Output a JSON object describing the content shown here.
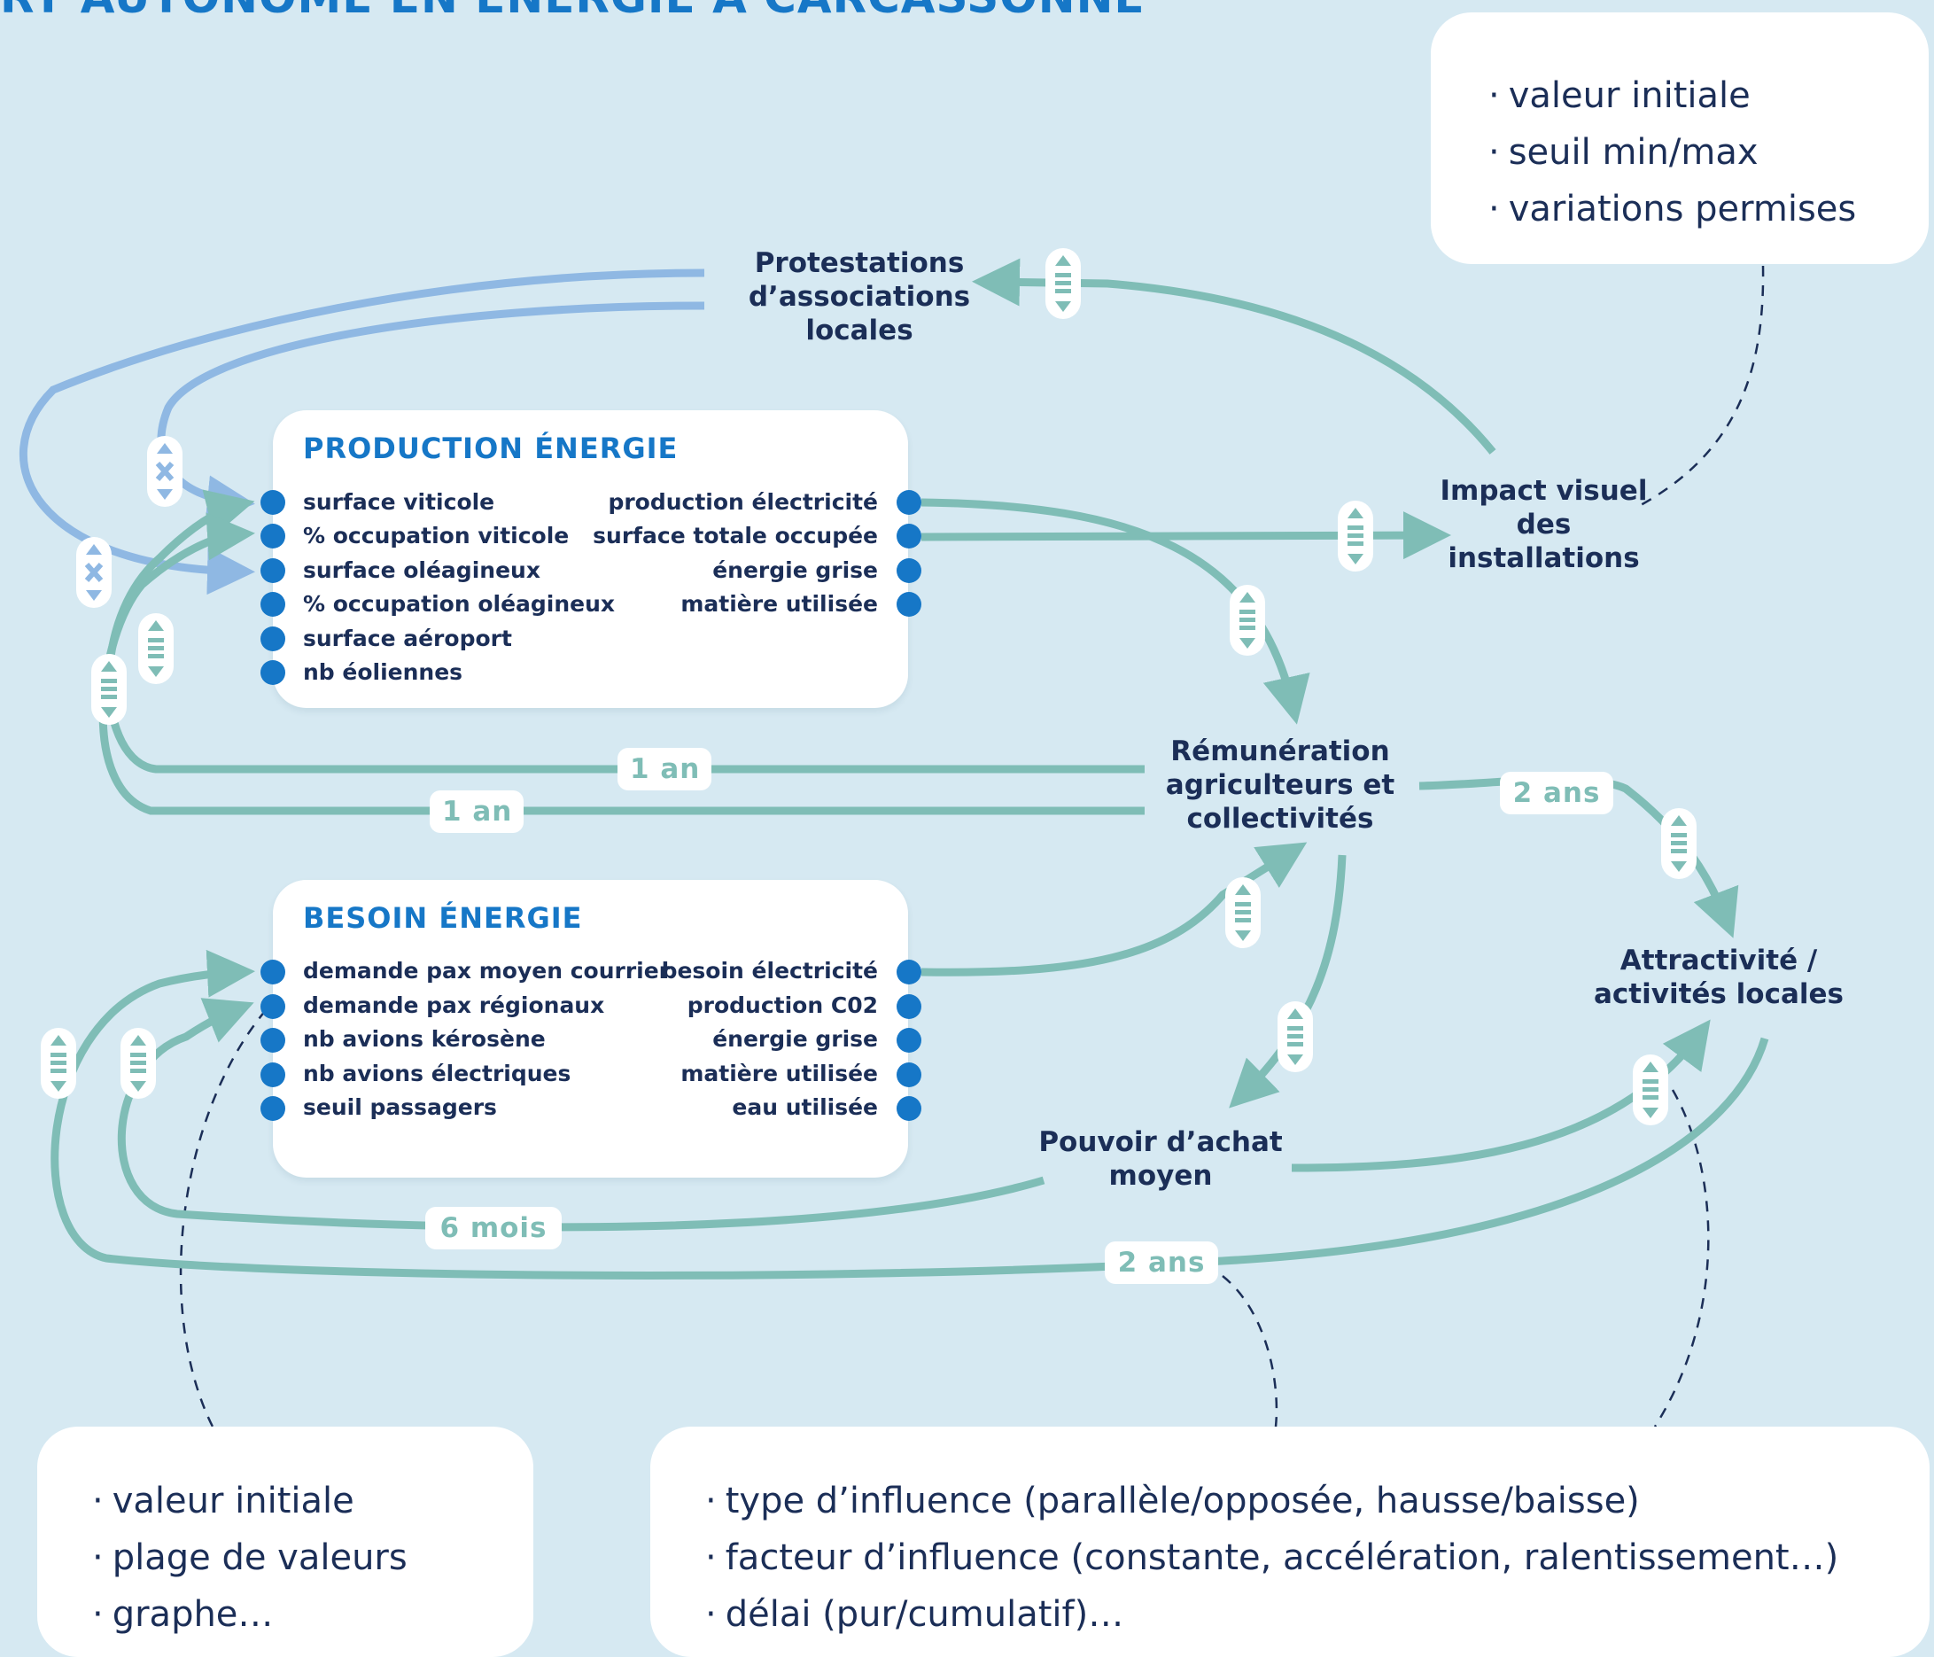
{
  "title": "RT AUTONOME EN ÉNERGIE À CARCASSONNE",
  "colors": {
    "background": "#d6e9f2",
    "teal": "#7fbdb6",
    "light_blue": "#8fb8e3",
    "blue": "#1677c7",
    "navy": "#1b2e57"
  },
  "production": {
    "title": "PRODUCTION ÉNERGIE",
    "inputs": [
      "surface viticole",
      "% occupation viticole",
      "surface oléagineux",
      "% occupation oléagineux",
      "surface aéroport",
      "nb éoliennes"
    ],
    "outputs": [
      "production électricité",
      "surface totale occupée",
      "énergie grise",
      "matière utilisée"
    ]
  },
  "besoin": {
    "title": "BESOIN ÉNERGIE",
    "inputs": [
      "demande pax moyen courrier",
      "demande pax régionaux",
      "nb avions kérosène",
      "nb avions électriques",
      "seuil passagers"
    ],
    "outputs": [
      "besoin électricité",
      "production C02",
      "énergie grise",
      "matière utilisée",
      "eau utilisée"
    ]
  },
  "nodes": {
    "protestations": "Protestations d’associations locales",
    "impact": "Impact visuel des installations",
    "remuneration": "Rémunération agriculteurs et collectivités",
    "attractivite": "Attractivité / activités locales",
    "pouvoir": "Pouvoir d’achat moyen"
  },
  "delays": {
    "d1": "1 an",
    "d2": "1 an",
    "d3": "2 ans",
    "d4": "6 mois",
    "d5": "2 ans"
  },
  "notes": {
    "top_right": [
      "valeur initiale",
      "seuil min/max",
      "variations permises"
    ],
    "bottom_left": [
      "valeur initiale",
      "plage de valeurs",
      "graphe…"
    ],
    "bottom_right": [
      "type d’influence (parallèle/opposée, hausse/baisse)",
      "facteur d’influence (constante, accélération, ralentissement…)",
      "délai (pur/cumulatif)…"
    ]
  },
  "icons": {
    "influence_parallel": "equals-arrows-icon",
    "influence_opposed": "cross-arrows-icon"
  }
}
